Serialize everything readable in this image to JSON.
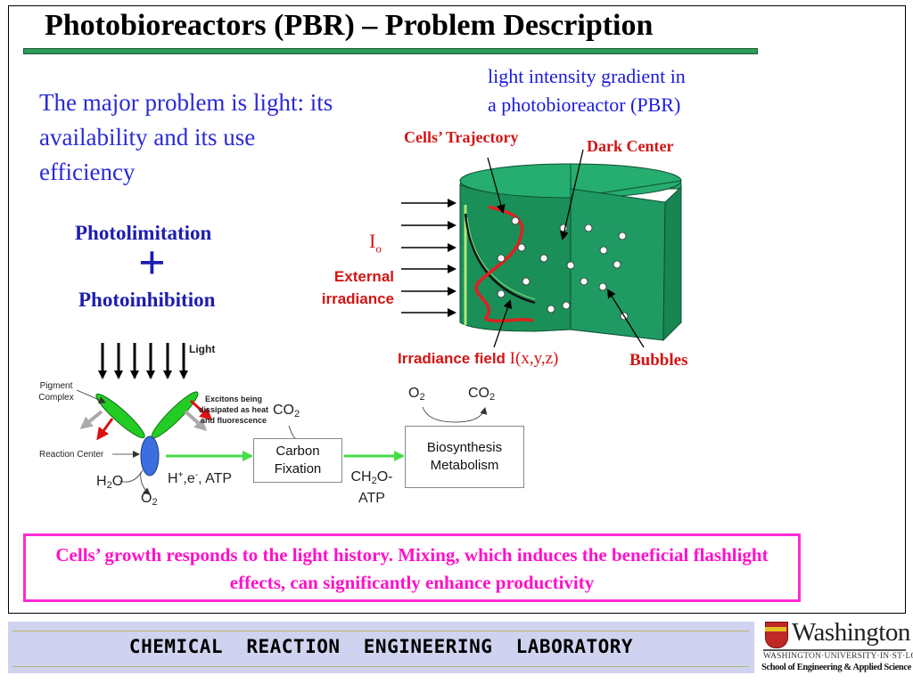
{
  "title": "Photobioreactors (PBR) – Problem Description",
  "left_text": {
    "major_problem": "The major problem is light: its availability and its use efficiency",
    "photolimitation": "Photolimitation",
    "plus": "+",
    "photoinhibition": "Photoinhibition"
  },
  "reactor_diagram": {
    "caption_line1": "light intensity gradient in",
    "caption_line2": "a photobioreactor (PBR)",
    "cells_trajectory": "Cells’ Trajectory",
    "dark_center": "Dark Center",
    "io_main": "I",
    "io_sub": "o",
    "external_line1": "External",
    "external_line2": "irradiance",
    "irradiance_field_label": "Irradiance field",
    "irradiance_field_formula": "I(x,y,z)",
    "bubbles": "Bubbles",
    "colors": {
      "cylinder": "#1f9a63",
      "cylinder_top": "#23a86c",
      "trajectory": "#e02020",
      "bubble": "#ffffff"
    }
  },
  "photosynthesis_diagram": {
    "light": "Light",
    "pigment_complex": "Pigment Complex",
    "excitons": "Excitons being dissipated as heat and fluorescence",
    "reaction_center": "Reaction Center",
    "h2o_main": "H",
    "h2o_sub": "2",
    "h2o_tail": "O",
    "o2_left_main": "O",
    "o2_left_sub": "2",
    "co2_left_main": "CO",
    "co2_left_sub": "2",
    "hplus_a": "H",
    "hplus_sup1": "+",
    "hplus_b": ",e",
    "hplus_sup2": "-",
    "hplus_c": ", ATP",
    "carbon_fixation_line1": "Carbon",
    "carbon_fixation_line2": "Fixation",
    "ch2o_a": "CH",
    "ch2o_sub": "2",
    "ch2o_b": "O-",
    "ch2o_line2": "ATP",
    "o2_right_main": "O",
    "o2_right_sub": "2",
    "co2_right_main": "CO",
    "co2_right_sub": "2",
    "biosynthesis_line1": "Biosynthesis",
    "biosynthesis_line2": "Metabolism",
    "colors": {
      "leaf": "#22cc22",
      "center": "#3b6fe0",
      "arrow_green": "#44dd44",
      "arrow_red": "#dd1111",
      "arrow_gray": "#aaaaaa"
    }
  },
  "summary": "Cells’ growth responds to the light history. Mixing, which induces the beneficial flashlight effects, can significantly enhance productivity",
  "footer": {
    "lab_name": "CHEMICAL  REACTION  ENGINEERING  LABORATORY",
    "logo_name": "Washington",
    "logo_sub1": "WASHINGTON·UNIVERSITY·IN·ST·LOUIS",
    "logo_sub2": "School of Engineering & Applied Science"
  }
}
